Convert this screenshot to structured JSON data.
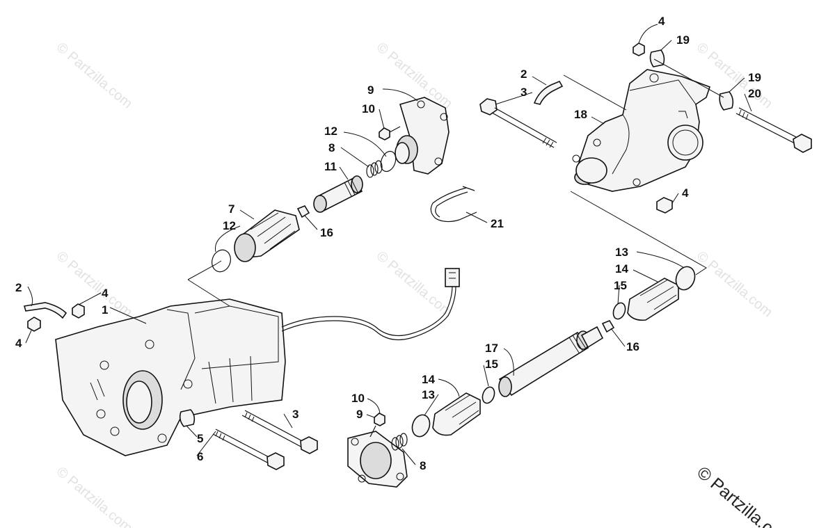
{
  "watermark": "© Partzilla.com",
  "corner_watermark": "© Partzilla.com",
  "callouts": [
    {
      "id": "c4a",
      "text": "4"
    },
    {
      "id": "c19a",
      "text": "19"
    },
    {
      "id": "c2a",
      "text": "2"
    },
    {
      "id": "c3a",
      "text": "3"
    },
    {
      "id": "c19b",
      "text": "19"
    },
    {
      "id": "c20",
      "text": "20"
    },
    {
      "id": "c18",
      "text": "18"
    },
    {
      "id": "c4b",
      "text": "4"
    },
    {
      "id": "c9a",
      "text": "9"
    },
    {
      "id": "c10a",
      "text": "10"
    },
    {
      "id": "c12a",
      "text": "12"
    },
    {
      "id": "c8a",
      "text": "8"
    },
    {
      "id": "c11",
      "text": "11"
    },
    {
      "id": "c7",
      "text": "7"
    },
    {
      "id": "c12b",
      "text": "12"
    },
    {
      "id": "c16a",
      "text": "16"
    },
    {
      "id": "c21",
      "text": "21"
    },
    {
      "id": "c13a",
      "text": "13"
    },
    {
      "id": "c14a",
      "text": "14"
    },
    {
      "id": "c15a",
      "text": "15"
    },
    {
      "id": "c16b",
      "text": "16"
    },
    {
      "id": "c17",
      "text": "17"
    },
    {
      "id": "c15b",
      "text": "15"
    },
    {
      "id": "c14b",
      "text": "14"
    },
    {
      "id": "c13b",
      "text": "13"
    },
    {
      "id": "c10b",
      "text": "10"
    },
    {
      "id": "c9b",
      "text": "9"
    },
    {
      "id": "c8b",
      "text": "8"
    },
    {
      "id": "c2b",
      "text": "2"
    },
    {
      "id": "c4c",
      "text": "4"
    },
    {
      "id": "c1",
      "text": "1"
    },
    {
      "id": "c4d",
      "text": "4"
    },
    {
      "id": "c3b",
      "text": "3"
    },
    {
      "id": "c5",
      "text": "5"
    },
    {
      "id": "c6",
      "text": "6"
    }
  ]
}
